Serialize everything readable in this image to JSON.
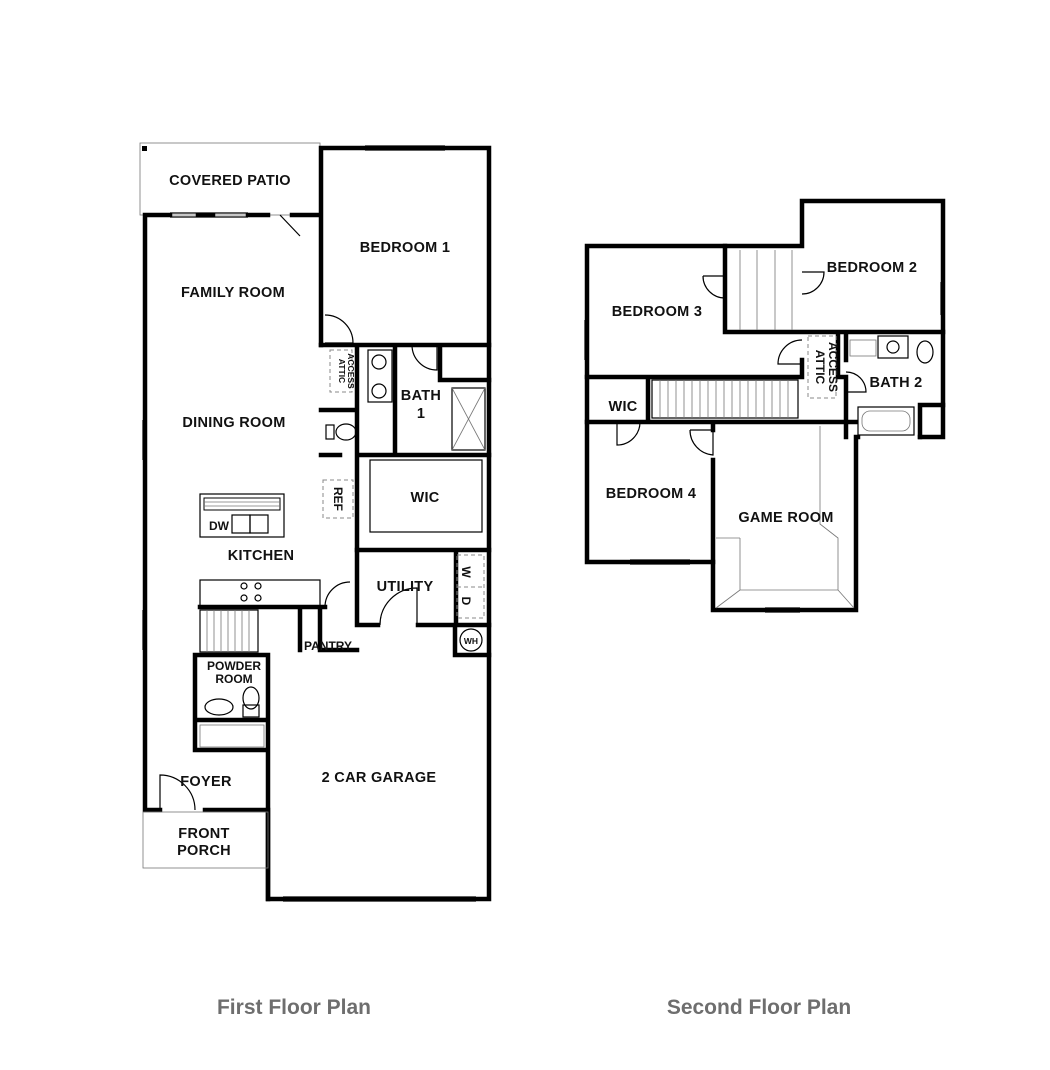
{
  "first_floor": {
    "caption": "First Floor Plan",
    "rooms": {
      "covered_patio": "COVERED PATIO",
      "bedroom_1": "BEDROOM 1",
      "family_room": "FAMILY ROOM",
      "dining_room": "DINING ROOM",
      "bath_1": [
        "BATH",
        "1"
      ],
      "attic_access": [
        "ATTIC",
        "ACCESS"
      ],
      "wic": "WIC",
      "ref": "REF",
      "dw": "DW",
      "kitchen": "KITCHEN",
      "utility": "UTILITY",
      "w": "W",
      "d": "D",
      "pantry": "PANTRY",
      "wh": "WH",
      "powder_room": [
        "POWDER",
        "ROOM"
      ],
      "foyer": "FOYER",
      "garage": "2 CAR GARAGE",
      "front_porch": [
        "FRONT",
        "PORCH"
      ]
    }
  },
  "second_floor": {
    "caption": "Second Floor Plan",
    "rooms": {
      "bedroom_3": "BEDROOM 3",
      "bedroom_2": "BEDROOM 2",
      "attic_access": [
        "ATTIC",
        "ACCESS"
      ],
      "bath_2": "BATH 2",
      "wic": "WIC",
      "bedroom_4": "BEDROOM 4",
      "game_room": "GAME ROOM"
    }
  }
}
